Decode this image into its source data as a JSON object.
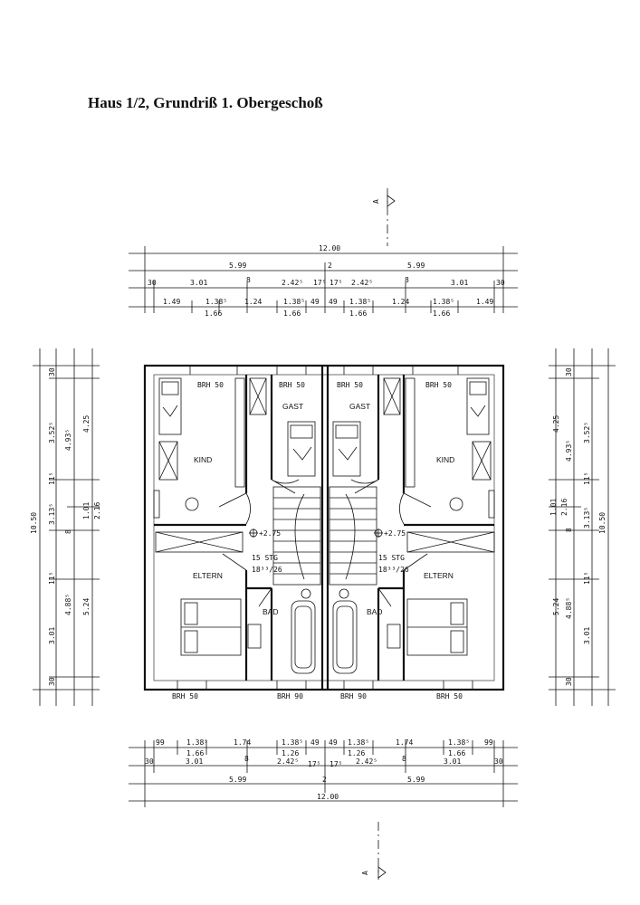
{
  "title": "Haus 1/2, Grundriß 1. Obergeschoß",
  "section_marker": "A",
  "rooms": {
    "kind": "KIND",
    "gast": "GAST",
    "eltern": "ELTERN",
    "bad": "BAD"
  },
  "annotations": {
    "brh50": "BRH 50",
    "brh90": "BRH 90",
    "stairs": "15 STG",
    "stairs_ratio": "18³³/26",
    "level": "+2.75"
  },
  "dims_top": {
    "row1": [
      "12.00"
    ],
    "row2": [
      "5.99",
      "2",
      "5.99"
    ],
    "row3": [
      "30",
      "3.01",
      "8",
      "2.42⁵",
      "17⁵",
      "17⁵",
      "2.42⁵",
      "8",
      "3.01",
      "30"
    ],
    "row4a": [
      "1.49",
      "1.38⁵",
      "1.24",
      "1.38⁵",
      "49",
      "49",
      "1.38⁵",
      "1.24",
      "1.38⁵",
      "1.49"
    ],
    "row4b": [
      "1.66",
      "1.66",
      "1.66",
      "1.66"
    ]
  },
  "dims_bottom": {
    "row1a": [
      "99",
      "1.38⁵",
      "1.74",
      "1.38⁵",
      "49",
      "49",
      "1.38⁵",
      "1.74",
      "1.38⁵",
      "99"
    ],
    "row1b": [
      "1.66",
      "1.26",
      "1.26",
      "1.66"
    ],
    "row2": [
      "30",
      "3.01",
      "8",
      "2.42⁵",
      "17⁵",
      "17⁵",
      "2.42⁵",
      "8",
      "3.01",
      "30"
    ],
    "row3": [
      "5.99",
      "2",
      "5.99"
    ],
    "row4": [
      "12.00"
    ]
  },
  "dims_left": {
    "outer": "10.50",
    "mid": [
      "30",
      "3.52⁵",
      "4.93⁵",
      "11⁵",
      "3.13⁵",
      "8",
      "11⁵",
      "4.88⁵",
      "3.01",
      "30"
    ],
    "inner": [
      "4.25",
      "1.01",
      "2.16",
      "5.24"
    ]
  },
  "dims_right": {
    "outer": "10.50",
    "mid": [
      "30",
      "3.52⁵",
      "4.93⁵",
      "11⁵",
      "3.13⁵",
      "8",
      "11⁵",
      "4.88⁵",
      "3.01",
      "30"
    ],
    "inner": [
      "4.25",
      "1.01",
      "2.16",
      "5.24"
    ]
  }
}
